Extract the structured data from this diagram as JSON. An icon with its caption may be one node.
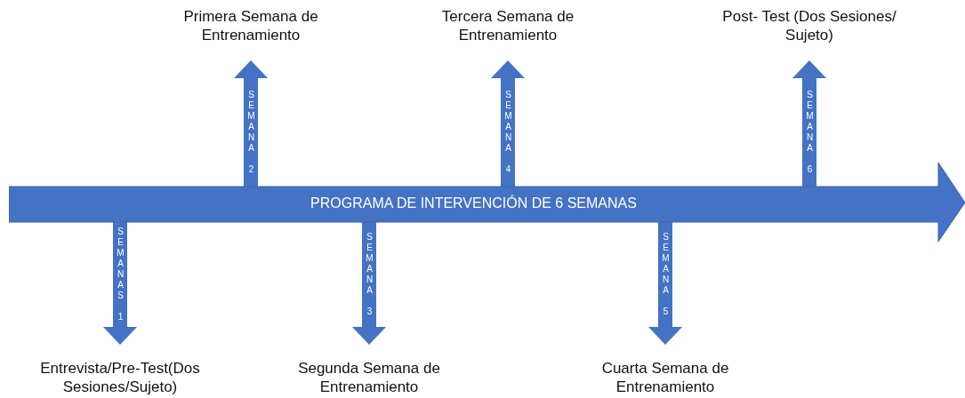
{
  "diagram": {
    "nodes": [
      {
        "text": [
          "PROGRAMA DE INTERVENCIÓN DE 6 SEMANAS"
        ]
      },
      {
        "text": [
          "Entrevista/Pre-Test(Dos Sesiones/Sujeto)"
        ]
      },
      {
        "text": [
          "Primera Semana de Entrenamiento"
        ]
      },
      {
        "text": [
          "Segunda Semana de Entrenamiento"
        ]
      },
      {
        "text": [
          "Tercera Semana de Entrenamiento"
        ]
      },
      {
        "text": [
          "Cuarta Semana de Entrenamiento"
        ]
      },
      {
        "text": [
          "Post- Test (Dos Sesiones/ Sujeto)"
        ]
      }
    ],
    "edges": [
      {
        "from": 0,
        "to": 1,
        "arrow": "to",
        "label": "SEMANAS 1"
      },
      {
        "from": 0,
        "to": 2,
        "arrow": "to",
        "label": "SEMANA 2"
      },
      {
        "from": 0,
        "to": 3,
        "arrow": "to",
        "label": "SEMANA 3"
      },
      {
        "from": 0,
        "to": 4,
        "arrow": "to",
        "label": "SEMANA 4"
      },
      {
        "from": 0,
        "to": 5,
        "arrow": "to",
        "label": "SEMANA 5"
      },
      {
        "from": 0,
        "to": 6,
        "arrow": "to",
        "label": "SEMANA 6"
      }
    ]
  }
}
